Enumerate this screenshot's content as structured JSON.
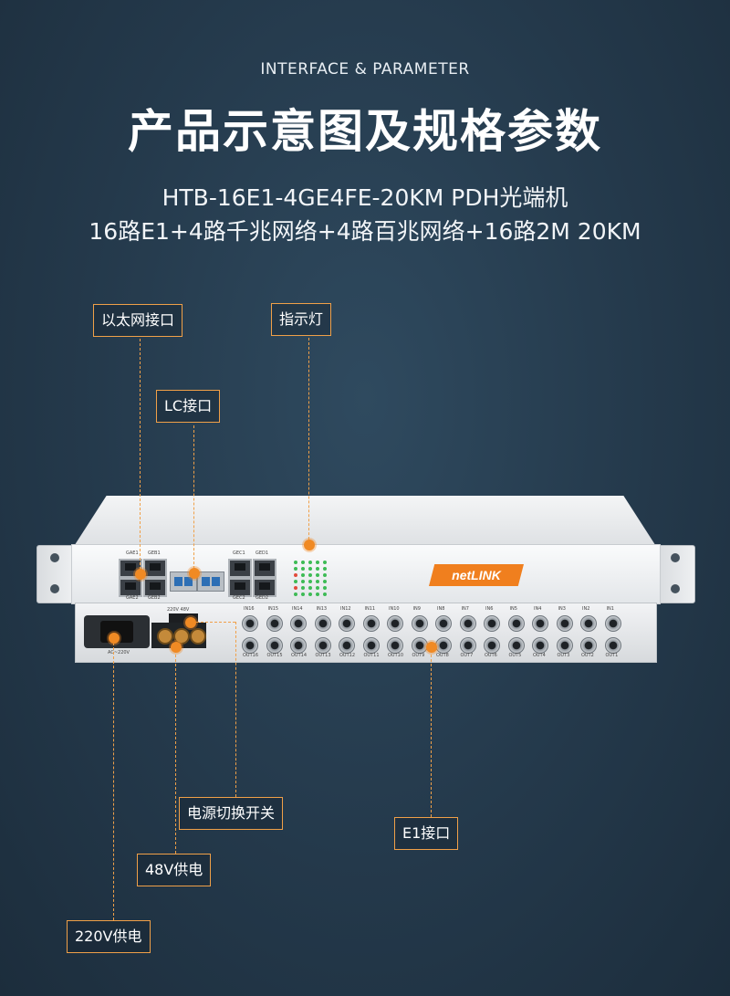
{
  "header": {
    "subtitle_en": "INTERFACE & PARAMETER",
    "title": "产品示意图及规格参数",
    "model": "HTB-16E1-4GE4FE-20KM PDH光端机",
    "description": "16路E1+4路千兆网络+4路百兆网络+16路2M 20KM"
  },
  "callouts": {
    "ethernet": "以太网接口",
    "indicator": "指示灯",
    "lc": "LC接口",
    "power_switch": "电源切换开关",
    "e1": "E1接口",
    "dc48v": "48V供电",
    "ac220v": "220V供电"
  },
  "device": {
    "brand": "netLINK",
    "port_labels_ge": [
      "GAE1",
      "GEB1",
      "GAE2",
      "GEB2",
      "GEC1",
      "GED1",
      "GEC2",
      "GED2"
    ],
    "power_label": "AC~220V",
    "switch_label": "220V  48V",
    "e1_in_labels": [
      "IN16",
      "IN15",
      "IN14",
      "IN13",
      "IN12",
      "IN11",
      "IN10",
      "IN9",
      "IN8",
      "IN7",
      "IN6",
      "IN5",
      "IN4",
      "IN3",
      "IN2",
      "IN1"
    ],
    "e1_out_labels": [
      "OUT16",
      "OUT15",
      "OUT14",
      "OUT13",
      "OUT12",
      "OUT11",
      "OUT10",
      "OUT9",
      "OUT8",
      "OUT7",
      "OUT6",
      "OUT5",
      "OUT4",
      "OUT3",
      "OUT2",
      "OUT1"
    ]
  },
  "colors": {
    "accent": "#f08a24",
    "background": "#24394b",
    "logo": "#f07f1e"
  }
}
